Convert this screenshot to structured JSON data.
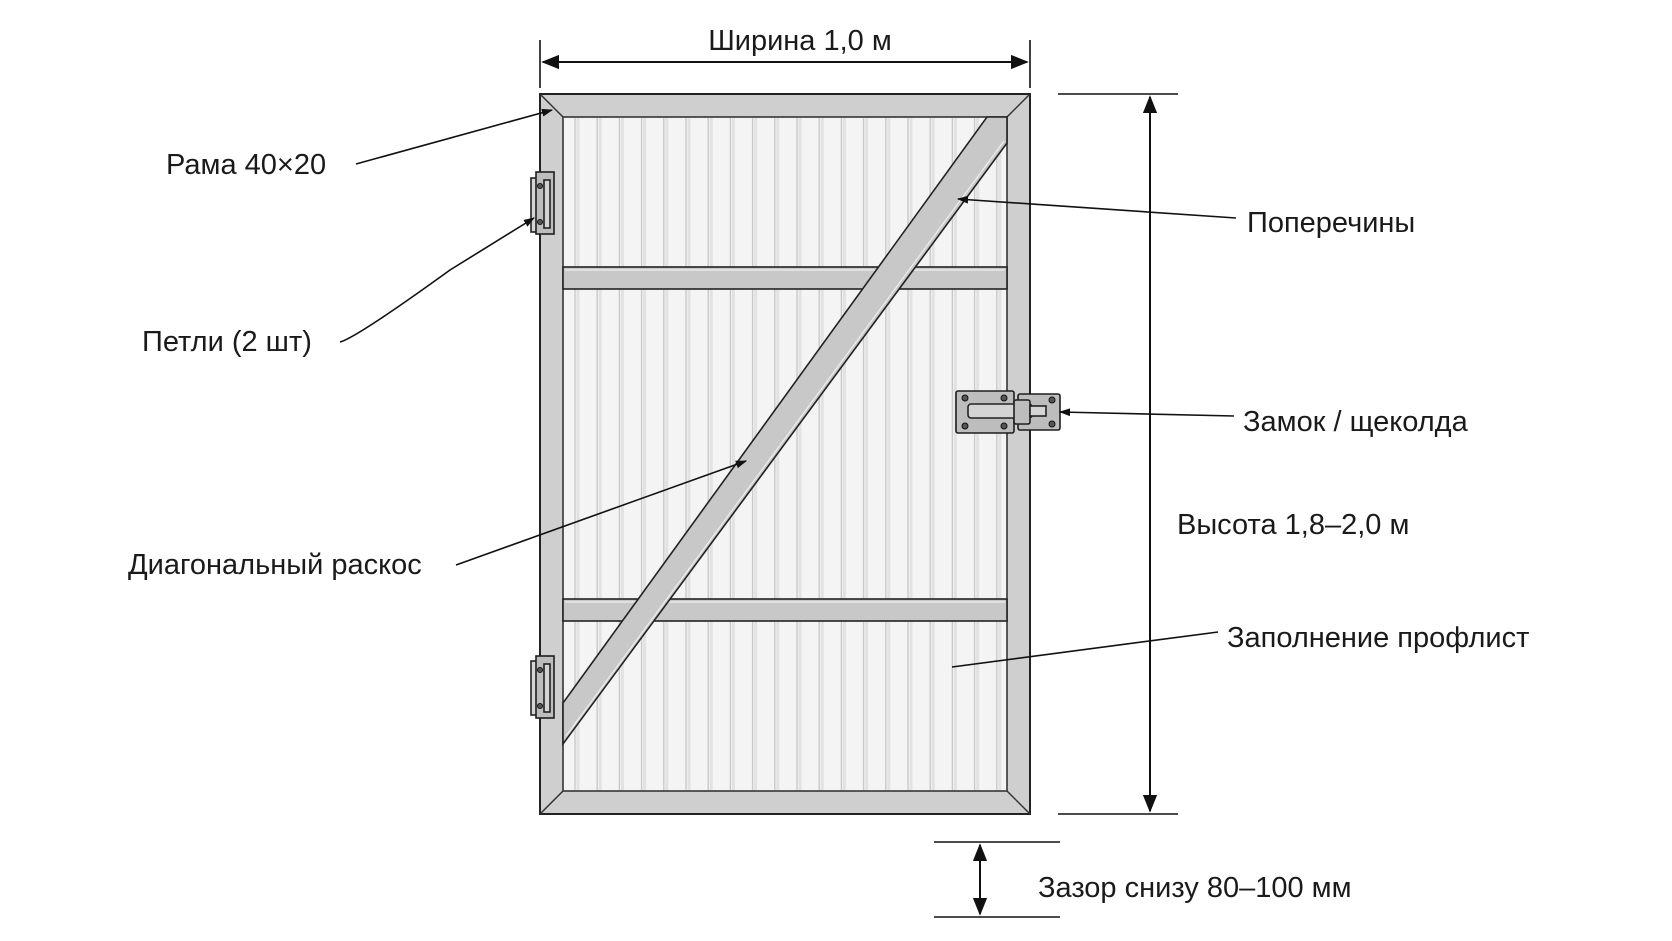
{
  "labels": {
    "width": "Ширина 1,0 м",
    "frame": "Рама 40×20",
    "hinges": "Петли (2 шт)",
    "diagonal": "Диагональный раскос",
    "crossbars": "Поперечины",
    "lock": "Замок / щеколда",
    "height": "Высота 1,8–2,0 м",
    "filling": "Заполнение профлист",
    "gap": "Зазор снизу 80–100 мм"
  },
  "colors": {
    "frame": "#cfcfcf",
    "panel": "#f4f4f4",
    "lines": "#111111"
  }
}
